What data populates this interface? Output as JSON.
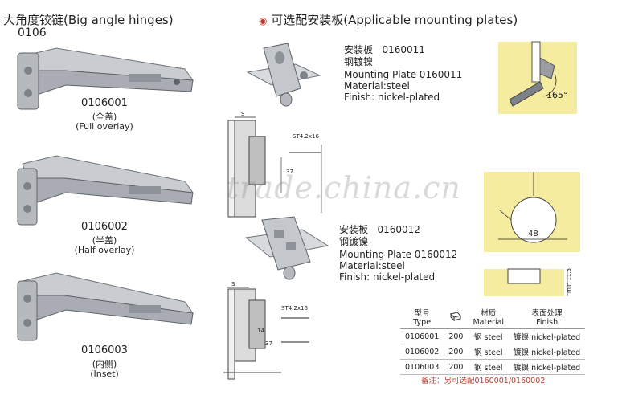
{
  "left_title": {
    "cn": "大角度铰链",
    "en": "(Big angle  hinges)"
  },
  "series_code": "0106",
  "hinges": [
    {
      "code": "0106001",
      "cn": "(全盖)",
      "en": "(Full overlay)"
    },
    {
      "code": "0106002",
      "cn": "(半盖)",
      "en": "(Half overlay)"
    },
    {
      "code": "0106003",
      "cn": "(内侧)",
      "en": "(Inset)"
    }
  ],
  "right_title": {
    "bullet": "◉",
    "cn": "可选配安装板",
    "en": "(Applicable mounting plates)"
  },
  "plates": [
    {
      "cn_title": "安装板",
      "code": "0160011",
      "cn_finish": "钢镀镍",
      "en_title": "Mounting Plate 0160011",
      "material": "Material:steel",
      "finish": "Finish: nickel-plated"
    },
    {
      "cn_title": "安装板",
      "code": "0160012",
      "cn_finish": "钢镀镍",
      "en_title": "Mounting Plate 0160012",
      "material": "Material:steel",
      "finish": "Finish: nickel-plated"
    }
  ],
  "diagram_labels": {
    "s": "S",
    "st": "ST4.2x16",
    "d37": "37",
    "d14": "14",
    "angle": "165°",
    "width": "48",
    "depth": "min 11.5"
  },
  "spec_table": {
    "headers": [
      {
        "cn": "型号",
        "en": "Type"
      },
      {
        "cn": "",
        "en": ""
      },
      {
        "cn": "材质",
        "en": "Material"
      },
      {
        "cn": "表面处理",
        "en": "Finish"
      }
    ],
    "rows": [
      [
        "0106001",
        "200",
        "钢  steel",
        "镀镍 nickel-plated"
      ],
      [
        "0106002",
        "200",
        "钢  steel",
        "镀镍 nickel-plated"
      ],
      [
        "0106003",
        "200",
        "钢  steel",
        "镀镍 nickel-plated"
      ]
    ],
    "note": "备注：另可选配0160001/0160002"
  },
  "watermark": "trade.china.cn"
}
